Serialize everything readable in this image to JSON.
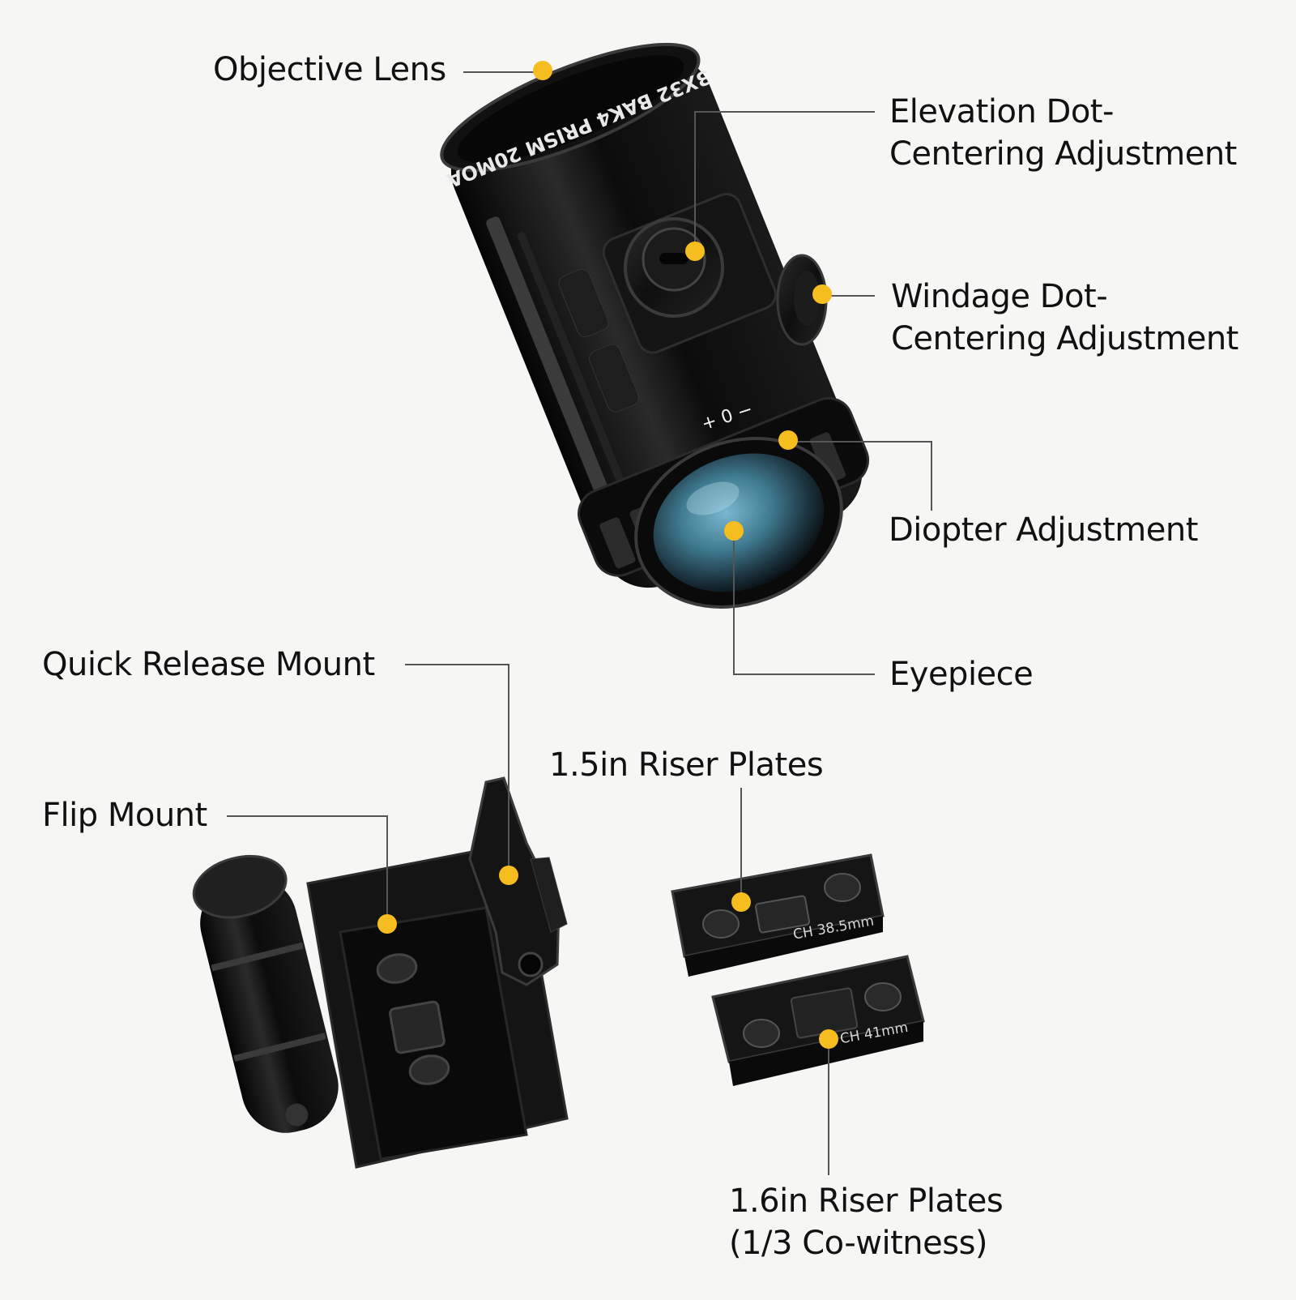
{
  "background_color": "#f6f6f4",
  "marker_color": "#f5bd1f",
  "leader_color": "#555555",
  "magnifier": {
    "engraving": "3X32 BAK4 PRISM 20MOA",
    "diopter_scale": "+ 0 −"
  },
  "riser_plates": {
    "plate_a_engraving": "CH 38.5mm",
    "plate_b_engraving": "CH 41mm"
  },
  "labels": {
    "objective_lens": "Objective Lens",
    "elevation": [
      "Elevation Dot-",
      "Centering Adjustment"
    ],
    "windage": [
      "Windage Dot-",
      "Centering Adjustment"
    ],
    "diopter": "Diopter Adjustment",
    "eyepiece": "Eyepiece",
    "quick_release": "Quick Release Mount",
    "flip_mount": "Flip Mount",
    "riser_15": "1.5in Riser Plates",
    "riser_16": [
      "1.6in Riser Plates",
      "(1/3 Co-witness)"
    ]
  }
}
